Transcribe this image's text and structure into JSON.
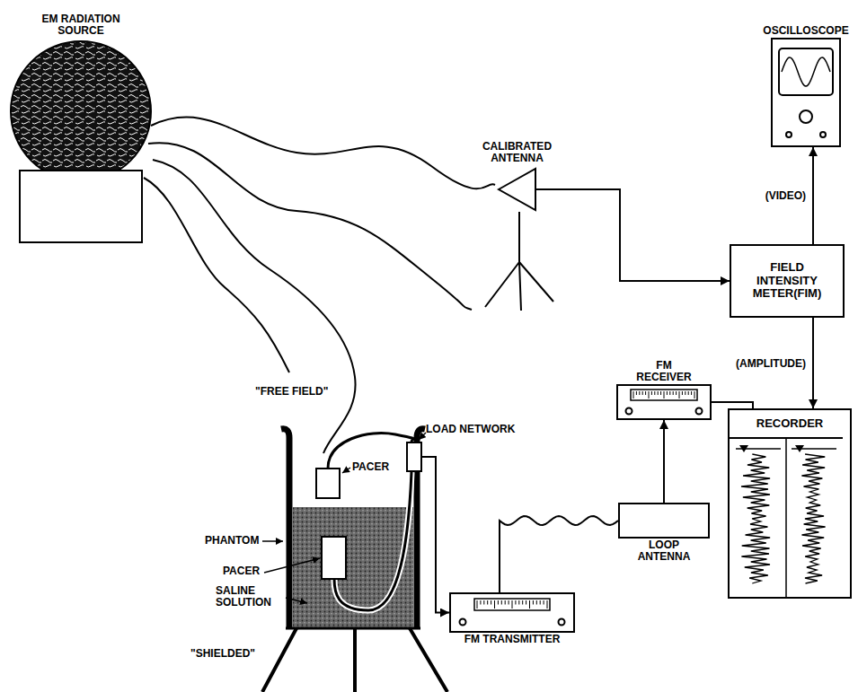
{
  "diagram": {
    "nodes": [
      {
        "text": [
          "EM RADIATION SOURCE"
        ]
      },
      {
        "text": [
          "OSCILLOSCOPE"
        ]
      },
      {
        "text": [
          "CALIBRATED ANTENNA"
        ]
      },
      {
        "text": [
          "FIELD INTENSITY METER(FIM)"
        ]
      },
      {
        "text": [
          "FM RECEIVER"
        ]
      },
      {
        "text": [
          "LOAD NETWORK"
        ]
      },
      {
        "text": [
          "RECORDER"
        ]
      },
      {
        "text": [
          "LOOP ANTENNA"
        ]
      },
      {
        "text": [
          "FM TRANSMITTER"
        ]
      }
    ],
    "edges": [
      {
        "from": 2,
        "to": 3,
        "arrow": "to"
      },
      {
        "from": 3,
        "to": 1,
        "label": "(VIDEO)",
        "arrow": "to"
      },
      {
        "from": 3,
        "to": 6,
        "label": "(AMPLITUDE)",
        "arrow": "to"
      },
      {
        "from": 4,
        "to": 6,
        "arrow": "none"
      },
      {
        "from": 7,
        "to": 4,
        "arrow": "to"
      },
      {
        "from": 8,
        "to": 7,
        "arrow": "none"
      },
      {
        "from": 5,
        "to": 8,
        "arrow": "to"
      }
    ],
    "labels": [
      "\"FREE FIELD\"",
      "PACER",
      "PHANTOM",
      "PACER",
      "SALINE SOLUTION",
      "\"SHIELDED\""
    ]
  }
}
